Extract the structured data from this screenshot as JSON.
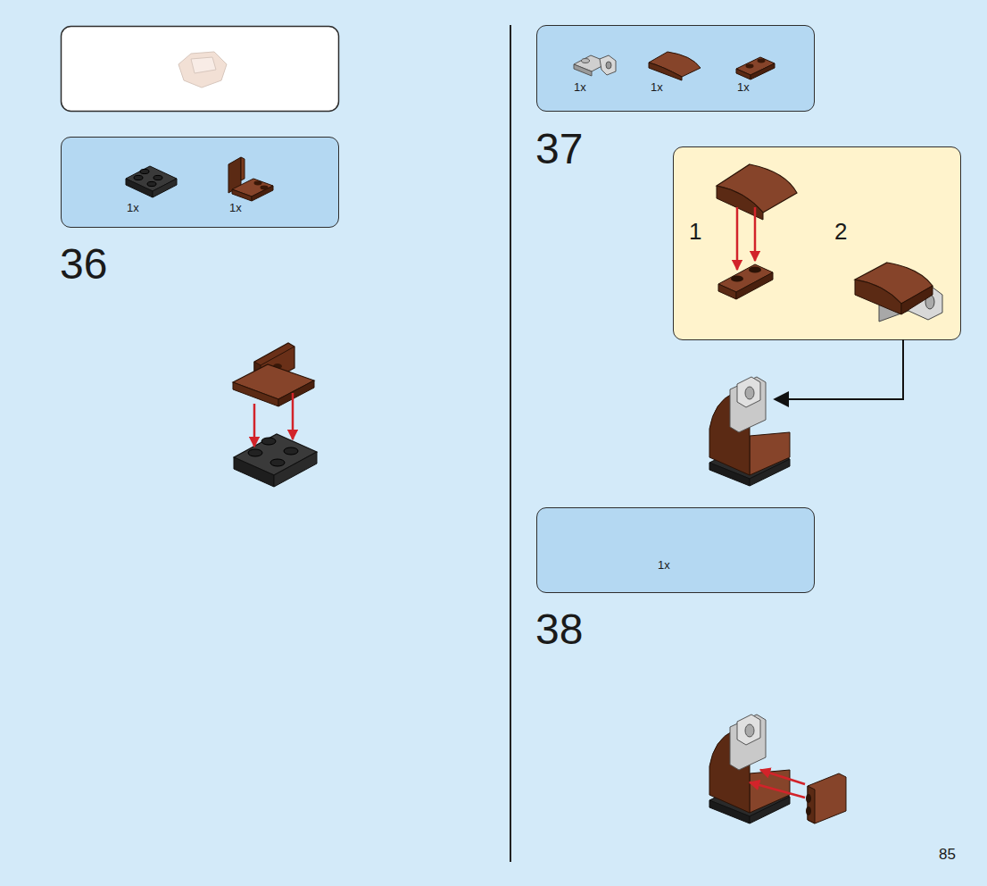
{
  "diagram": {
    "nodes": [
      {
        "text": [
          "1x",
          "1x"
        ]
      },
      {
        "text": [
          "1x",
          "1x",
          "1x"
        ]
      },
      {
        "text": [
          "1",
          "2"
        ]
      },
      {
        "text": [
          "1x"
        ]
      }
    ],
    "labels": [
      "36",
      "37",
      "38",
      "85"
    ]
  }
}
